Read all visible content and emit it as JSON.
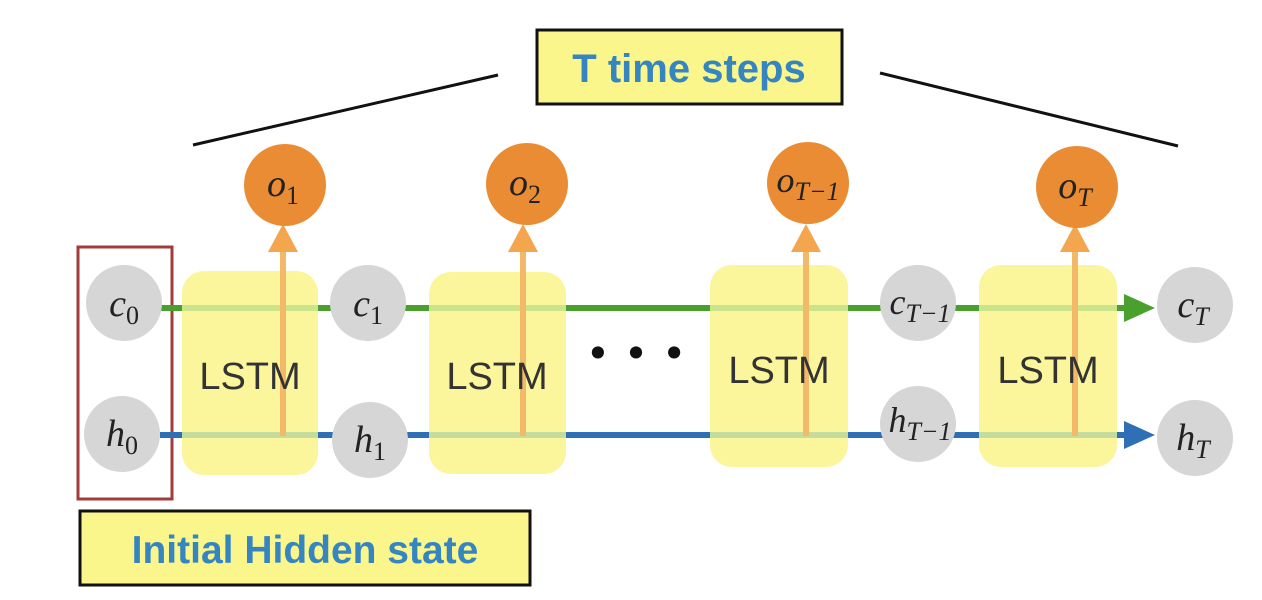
{
  "header": {
    "label": "T time steps"
  },
  "footer": {
    "label": "Initial Hidden state"
  },
  "cell_label": "LSTM",
  "ellipsis": "• • •",
  "cell_states": [
    {
      "base": "c",
      "sub": "0"
    },
    {
      "base": "c",
      "sub": "1"
    },
    {
      "base": "c",
      "sub": "T−1"
    },
    {
      "base": "c",
      "sub": "T"
    }
  ],
  "hidden_states": [
    {
      "base": "h",
      "sub": "0"
    },
    {
      "base": "h",
      "sub": "1"
    },
    {
      "base": "h",
      "sub": "T−1"
    },
    {
      "base": "h",
      "sub": "T"
    }
  ],
  "outputs": [
    {
      "base": "o",
      "sub": "1"
    },
    {
      "base": "o",
      "sub": "2"
    },
    {
      "base": "o",
      "sub": "T−1"
    },
    {
      "base": "o",
      "sub": "T"
    }
  ],
  "colors": {
    "cell_line": "#4aa02c",
    "hidden_line": "#2f6fb5",
    "output_node": "#ea8c34",
    "output_arrow": "#f3a64e",
    "lstm_box": "#fbf59b",
    "state_node": "#d6d6d6",
    "label_box": "#fbf68c",
    "label_text": "#3585c0",
    "initial_frame": "#a23b3b"
  }
}
